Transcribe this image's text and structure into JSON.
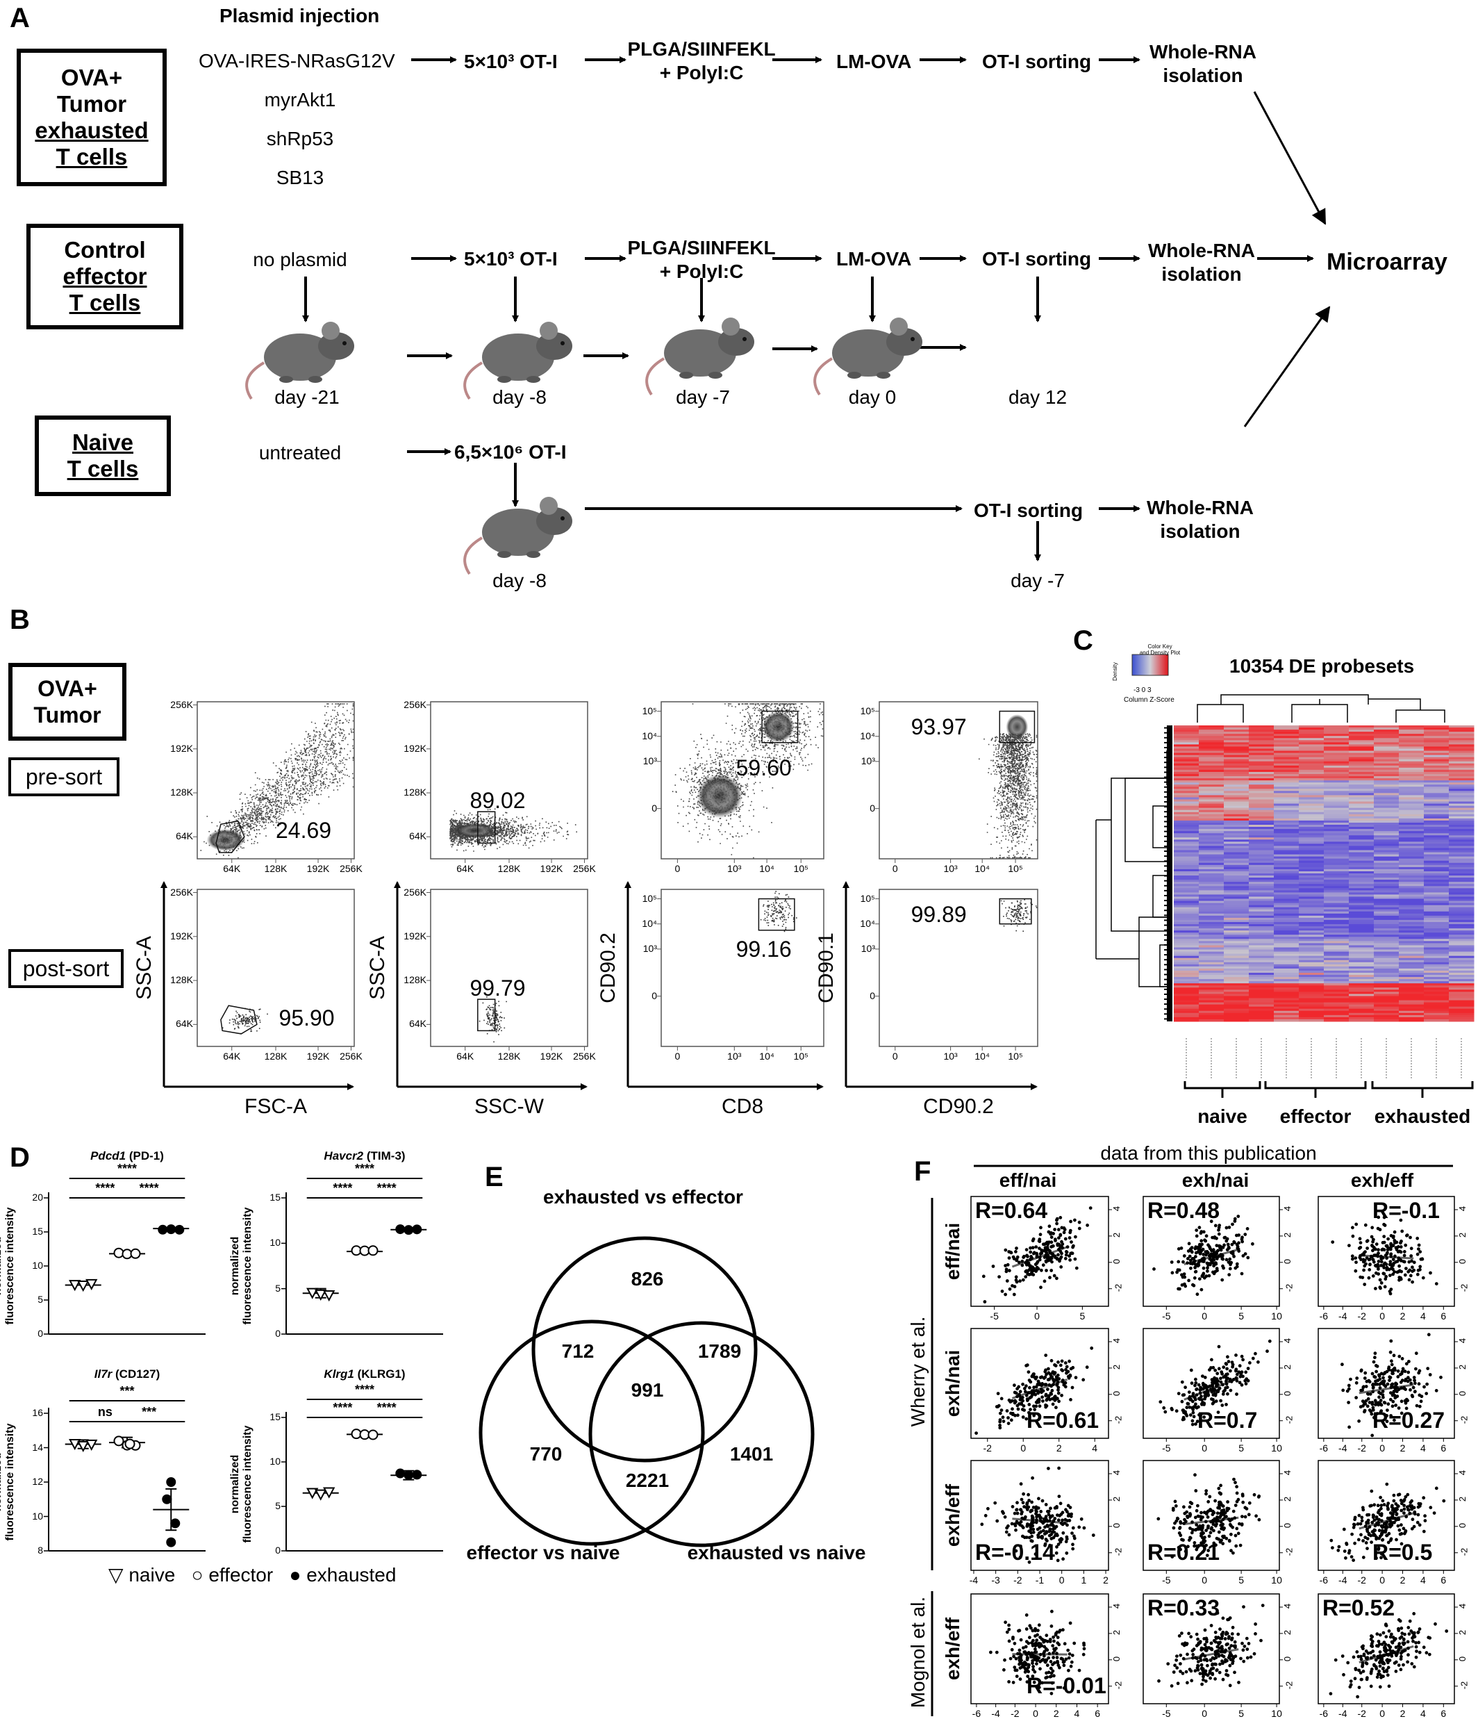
{
  "panels": {
    "A": "A",
    "B": "B",
    "C": "C",
    "D": "D",
    "E": "E",
    "F": "F"
  },
  "panelA": {
    "plasmid_injection": "Plasmid injection",
    "boxes": {
      "ova": [
        "OVA+",
        "Tumor",
        "exhausted",
        "T cells"
      ],
      "control": [
        "Control",
        "effector",
        "T cells"
      ],
      "naive": [
        "Naive",
        "T cells"
      ]
    },
    "plasmids": [
      "OVA-IRES-NRasG12V",
      "myrAkt1",
      "shRp53",
      "SB13"
    ],
    "no_plasmid": "no plasmid",
    "untreated": "untreated",
    "ot1_small": "5×10³ OT-I",
    "ot1_large": "6,5×10⁶ OT-I",
    "plga": [
      "PLGA/SIINFEKL",
      "+ PolyI:C"
    ],
    "lmova": "LM-OVA",
    "sorting": "OT-I sorting",
    "rna": [
      "Whole-RNA",
      "isolation"
    ],
    "microarray": "Microarray",
    "days_control": [
      "day -21",
      "day -8",
      "day -7",
      "day 0",
      "day 12"
    ],
    "days_naive": [
      "day -8",
      "day -7"
    ]
  },
  "panelB": {
    "ova_box": [
      "OVA+",
      "Tumor"
    ],
    "presort": "pre-sort",
    "postsort": "post-sort",
    "xlabels": [
      "FSC-A",
      "SSC-W",
      "CD8",
      "CD90.2"
    ],
    "ylabels": [
      "SSC-A",
      "SSC-A",
      "CD90.2",
      "CD90.1"
    ],
    "lin_ticks": [
      "256K",
      "192K",
      "128K",
      "64K"
    ],
    "lin_xticks": [
      "64K",
      "128K",
      "192K",
      "256K"
    ],
    "log_ticks": [
      "10⁵",
      "10⁴",
      "10³",
      "0"
    ],
    "log_xticks": [
      "0",
      "10³",
      "10⁴",
      "10⁵"
    ],
    "gates_pre": [
      "24.69",
      "89.02",
      "59.60",
      "93.97"
    ],
    "gates_post": [
      "95.90",
      "99.79",
      "99.16",
      "99.89"
    ]
  },
  "panelC": {
    "title": "10354 DE probesets",
    "key_title": [
      "Color Key",
      "and Density Plot"
    ],
    "key_ticks": "-3  0  3",
    "key_xlabel": "Column Z-Score",
    "key_ylabel": "Density",
    "groups": [
      "naive",
      "effector",
      "exhausted"
    ]
  },
  "panelD": {
    "ylabel": [
      "normalized",
      "fluorescence intensity"
    ],
    "genes": [
      {
        "gene": "Pdcd1",
        "protein": " (PD-1)",
        "yticks": [
          "20",
          "15",
          "10",
          "5",
          "0"
        ],
        "sig": [
          "****",
          "****",
          "****"
        ]
      },
      {
        "gene": "Havcr2",
        "protein": " (TIM-3)",
        "yticks": [
          "15",
          "10",
          "5",
          "0"
        ],
        "sig": [
          "****",
          "****",
          "****"
        ]
      },
      {
        "gene": "Il7r",
        "protein": " (CD127)",
        "yticks": [
          "16",
          "14",
          "12",
          "10",
          "8"
        ],
        "sig": [
          "***",
          "ns",
          "***"
        ]
      },
      {
        "gene": "Klrg1",
        "protein": " (KLRG1)",
        "yticks": [
          "15",
          "10",
          "5",
          "0"
        ],
        "sig": [
          "****",
          "****",
          "****"
        ]
      }
    ],
    "legend": [
      "naive",
      "effector",
      "exhausted"
    ]
  },
  "panelE": {
    "labels": [
      "exhausted vs effector",
      "effector vs naive",
      "exhausted vs naive"
    ],
    "counts": {
      "top": "826",
      "top_left": "712",
      "top_right": "1789",
      "center": "991",
      "left": "770",
      "right": "1401",
      "bottom": "2221"
    }
  },
  "panelF": {
    "header": "data from this publication",
    "cols": [
      "eff/nai",
      "exh/nai",
      "exh/eff"
    ],
    "rows": [
      "eff/nai",
      "exh/nai",
      "exh/eff",
      "exh/eff"
    ],
    "group_wherry": "Wherry et al.",
    "group_mognol": "Mognol et al.",
    "r": [
      [
        "R=0.64",
        "R=0.48",
        "R=-0.1"
      ],
      [
        "R=0.61",
        "R=0.7",
        "R=0.27"
      ],
      [
        "R=-0.14",
        "R=0.21",
        "R=0.5"
      ],
      [
        "R=-0.01",
        "R=0.33",
        "R=0.52"
      ]
    ],
    "xticks_col": [
      [
        "-5",
        "0",
        "5"
      ],
      [
        "-5",
        "0",
        "5",
        "10"
      ],
      [
        "-6",
        "-4",
        "-2",
        "0",
        "2",
        "4",
        "6"
      ]
    ],
    "xticks_row": [
      [
        "-5",
        "0",
        "5"
      ],
      [
        "-5",
        "0",
        "5",
        "10"
      ],
      [
        "-6",
        "-4",
        "-2",
        "0",
        "2",
        "4",
        "6"
      ]
    ]
  }
}
